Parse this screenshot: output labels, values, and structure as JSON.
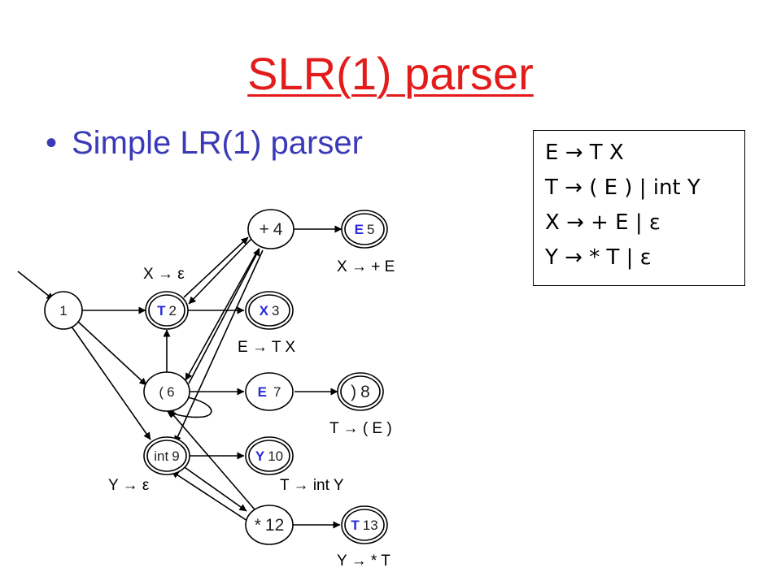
{
  "slide": {
    "title": "SLR(1) parser",
    "bullet": "Simple LR(1) parser"
  },
  "grammar": [
    "E → T X",
    "T → ( E ) | int Y",
    "X → + E | ε",
    "Y → * T | ε"
  ],
  "states": {
    "s1": {
      "num": "1"
    },
    "s2": {
      "sym": "T",
      "num": "2"
    },
    "s3": {
      "sym": "X",
      "num": "3"
    },
    "s4": {
      "sym": "+",
      "num": "4"
    },
    "s5": {
      "sym": "E",
      "num": "5"
    },
    "s6": {
      "sym": "(",
      "num": "6"
    },
    "s7": {
      "sym": "E",
      "num": "7"
    },
    "s8": {
      "sym": ")",
      "num": "8"
    },
    "s9": {
      "sym": "int",
      "num": "9"
    },
    "s10": {
      "sym": "Y",
      "num": "10"
    },
    "s12": {
      "sym": "*",
      "num": "12"
    },
    "s13": {
      "sym": "T",
      "num": "13"
    }
  },
  "rules": {
    "x_eps": "X → ε",
    "x_plus": "X → + E",
    "e_tx": "E → T X",
    "t_paren": "T → ( E )",
    "y_eps": "Y → ε",
    "t_int": "T → int Y",
    "y_star": "Y → * T"
  },
  "colors": {
    "title": "#e41b1b",
    "bullet": "#3a3ab8",
    "state_symbol": "#2a2ad6"
  }
}
